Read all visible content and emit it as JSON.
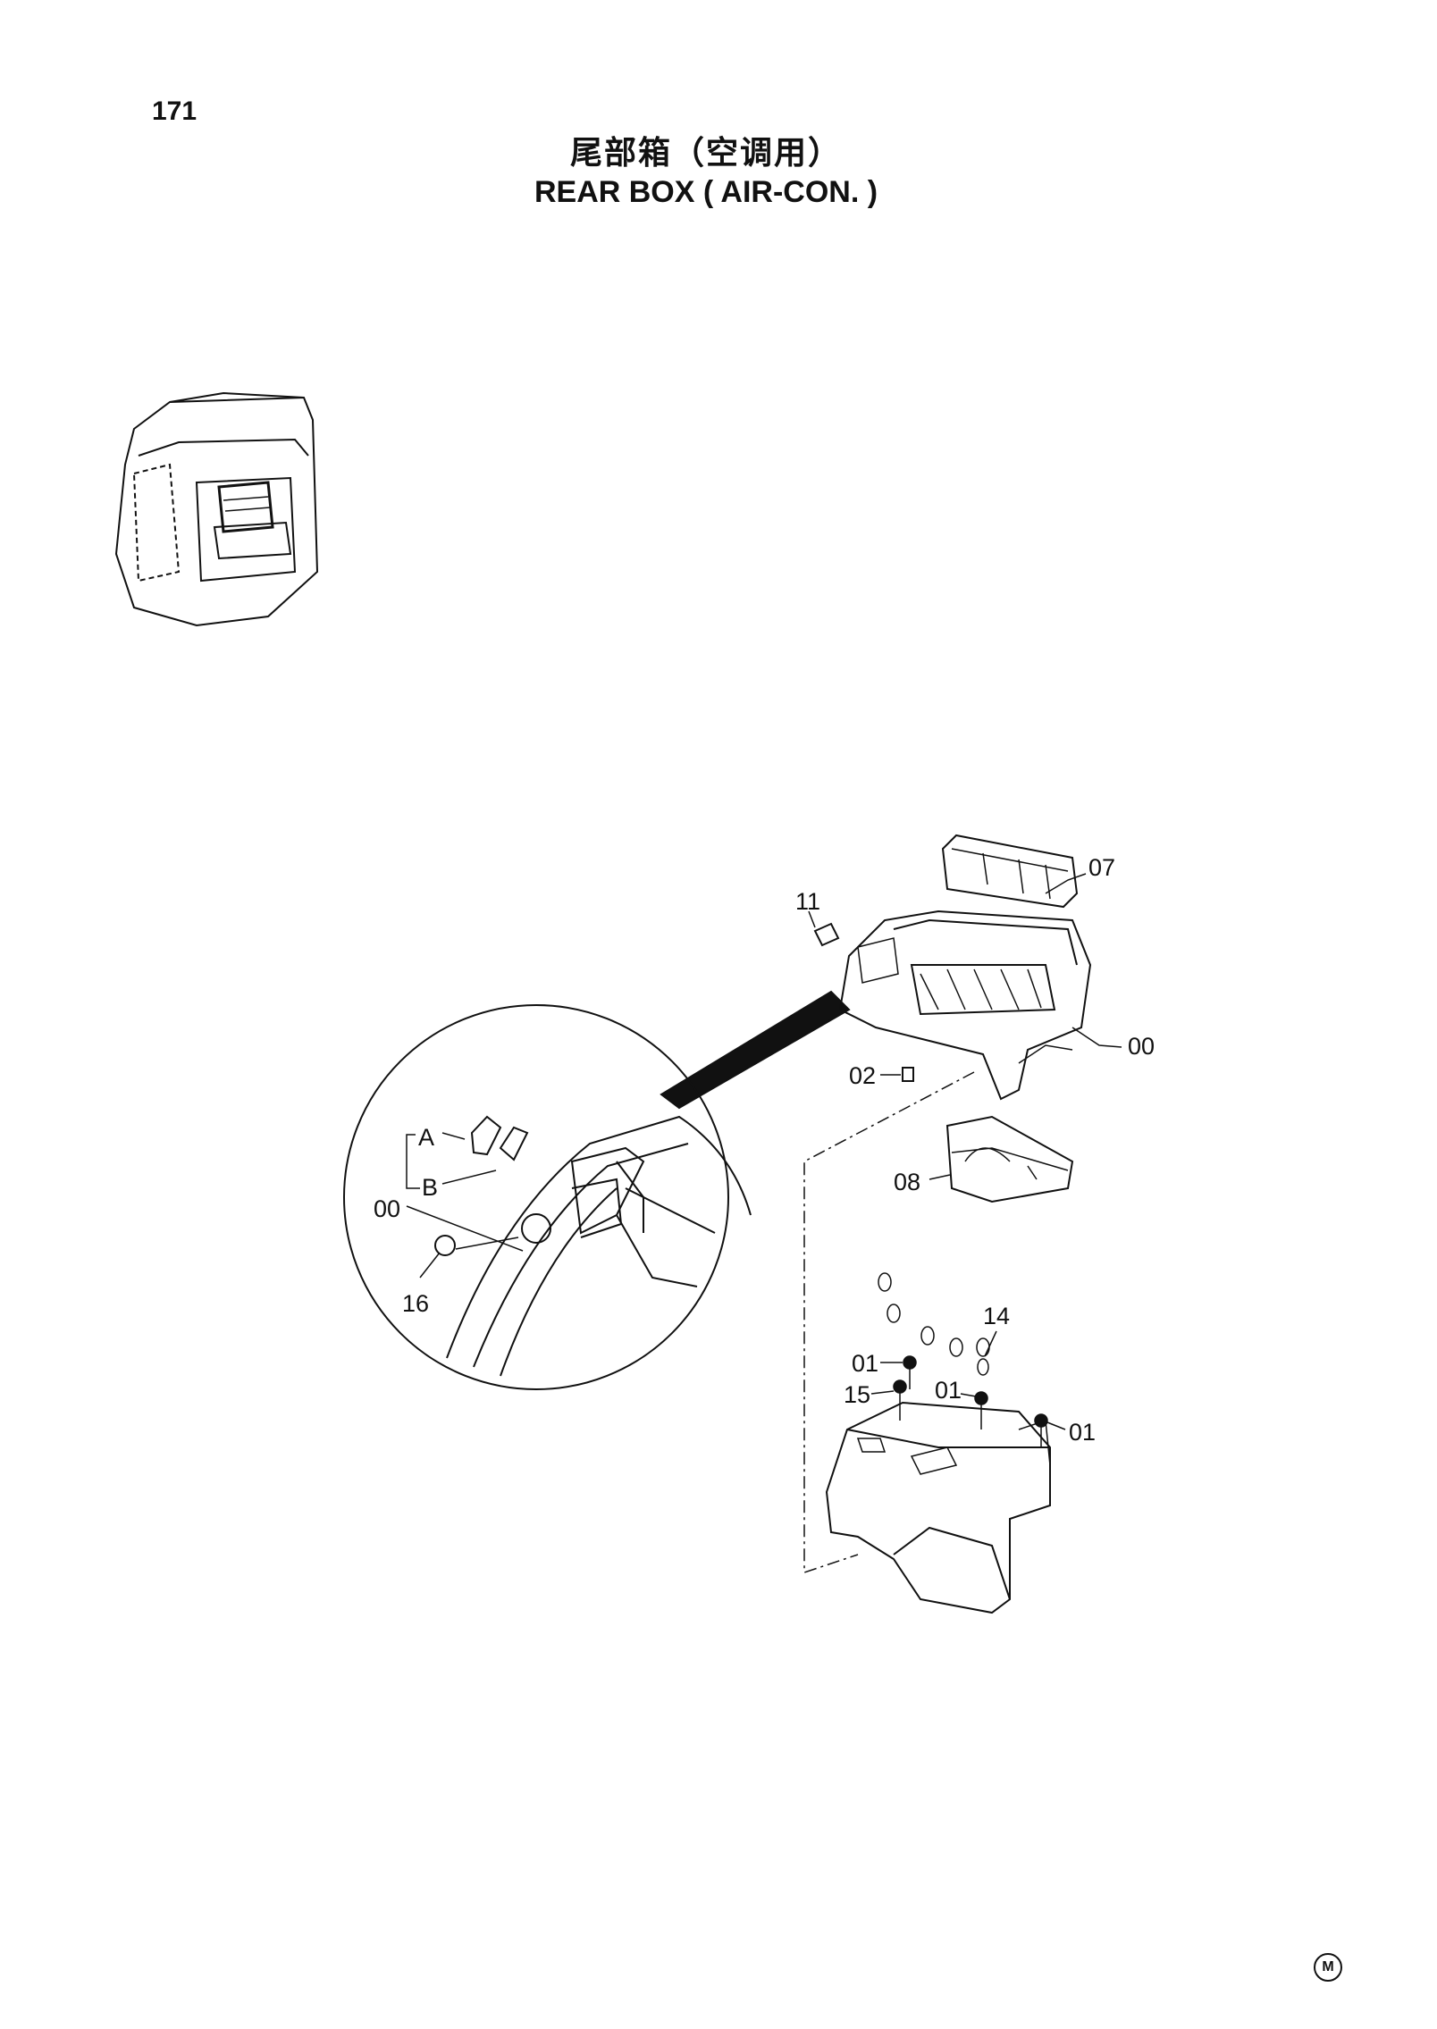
{
  "header": {
    "page_number": "171",
    "title_cn": "尾部箱（空调用）",
    "title_en": "REAR  BOX ( AIR-CON. )"
  },
  "callouts": {
    "c07": "07",
    "c11": "11",
    "c00_right": "00",
    "c02": "02",
    "c08": "08",
    "cA": "A",
    "cB": "B",
    "c00_detail": "00",
    "c16": "16",
    "c14": "14",
    "c01_a": "01",
    "c15": "15",
    "c01_b": "01",
    "c01_c": "01"
  },
  "footer": {
    "mark": "M"
  }
}
